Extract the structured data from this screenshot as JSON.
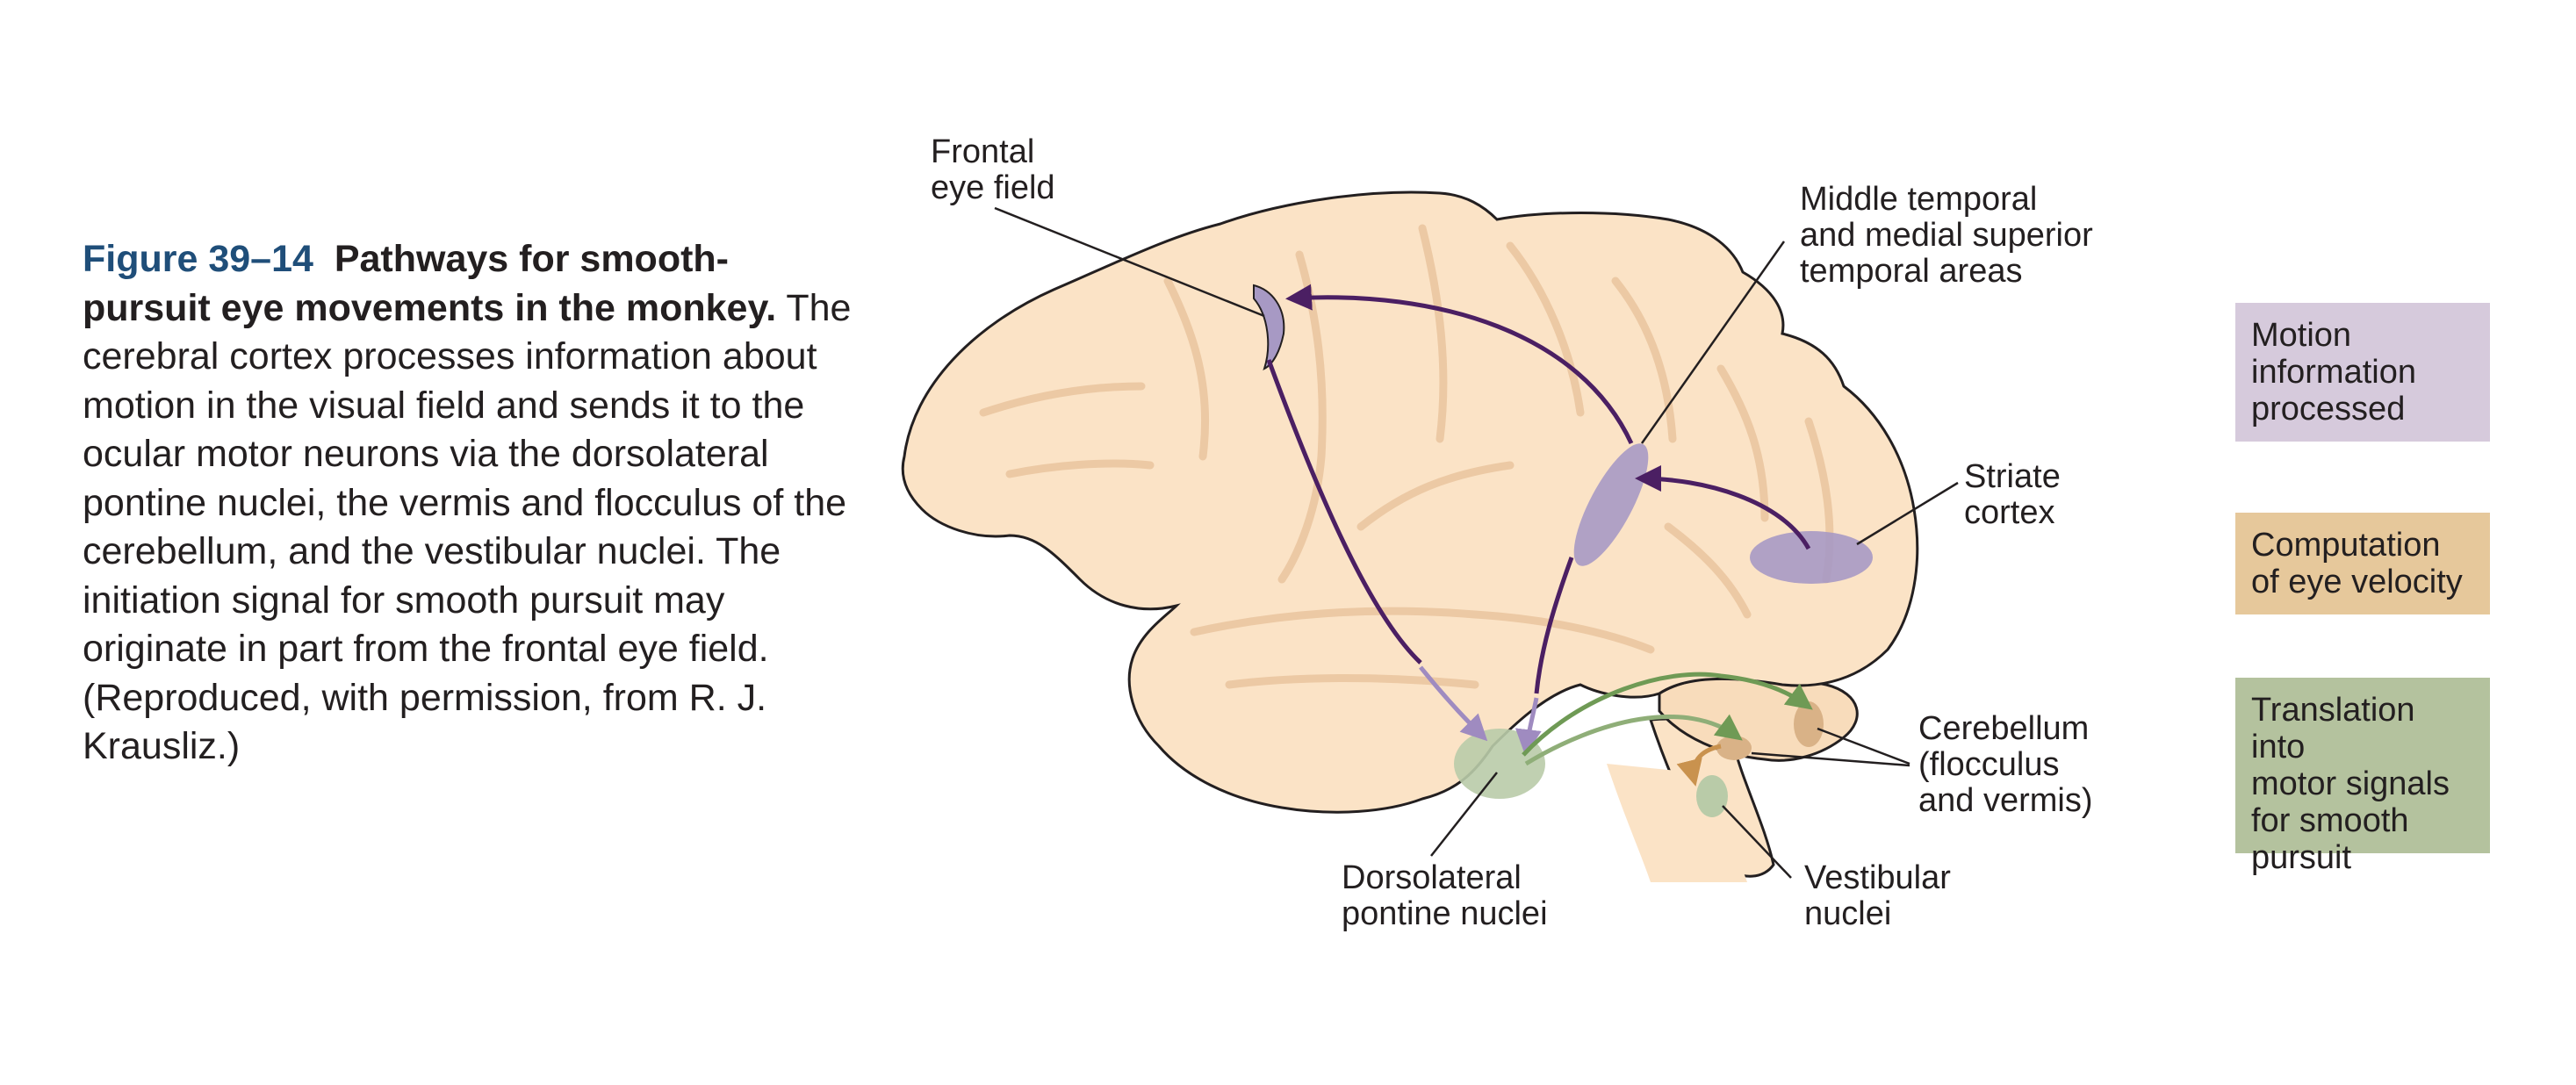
{
  "figure": {
    "number": "Figure 39–14",
    "title": "Pathways for smooth-pursuit eye movements in the monkey.",
    "body": "The cerebral cortex processes information about motion in the visual field and sends it to the ocular motor neurons via the dorsolateral pontine nuclei, the vermis and flocculus of the cerebellum, and the vestibular nuclei. The initiation signal for smooth pursuit may originate in part from the frontal eye field. (Reproduced, with permission, from R. J. Krausliz.)"
  },
  "labels": {
    "frontal_eye_field": "Frontal\neye field",
    "mt_mst": "Middle temporal\nand medial superior\ntemporal areas",
    "striate_cortex": "Striate\ncortex",
    "cerebellum": "Cerebellum\n(flocculus\nand vermis)",
    "dorsolateral_pontine": "Dorsolateral\npontine nuclei",
    "vestibular_nuclei": "Vestibular\nnuclei"
  },
  "legend": [
    {
      "label": "Motion\ninformation\nprocessed",
      "color": "#d6cadc"
    },
    {
      "label": "Computation\nof eye velocity",
      "color": "#e6c89b"
    },
    {
      "label": "Translation into\nmotor signals\nfor smooth\npursuit",
      "color": "#b4c29e"
    }
  ],
  "colors": {
    "brain_fill": "#fbe3c6",
    "brain_outline": "#231f20",
    "sulcus": "#ecc9a4",
    "motion_region": "#a799c4",
    "velocity_region": "#d9b287",
    "motor_region": "#b9cba8",
    "arrow_purple": "#4b1f63",
    "arrow_green": "#6f9a55",
    "arrow_tan": "#c9924e",
    "caption_accent": "#1f4e79"
  }
}
